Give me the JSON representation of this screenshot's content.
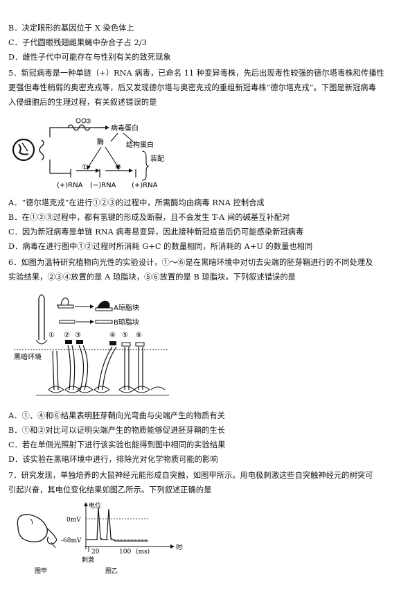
{
  "q4": {
    "optB": "B．决定眼形的基因位于 X 染色体上",
    "optC": "C．子代圆眼残翅雌果蝇中杂合子占 2/3",
    "optD": "D．雌性子代中可能存在与性别有关的致死现象"
  },
  "q5": {
    "stem1": "5．新冠病毒是一种单链（+）RNA 病毒，已命名 11 种变异毒株，先后出现毒性较强的德尔塔毒株和传播性",
    "stem2": "更强但毒性稍弱的奥密克戎等，后又发现德尔塔与奥密克戎的重组新冠毒株“德尔塔克戎”。下图是新冠病毒",
    "stem3": "入侵细胞后的生理过程，有关叙述错误的是",
    "figure": {
      "c3": "③",
      "protein": "病毒蛋白",
      "enzyme": "酶",
      "structural": "结构蛋白",
      "assemble": "装配",
      "c1": "①",
      "c2": "②",
      "rna_pos1": "(+)RNA",
      "rna_neg": "(−)RNA",
      "rna_pos2": "(+)RNA"
    },
    "optA": "A．“德尔塔克戎”在进行①②③的过程中，所需酶均由病毒 RNA 控制合成",
    "optB": "B．在①②③过程中，都有氢键的形成及断裂，且不会发生 T-A 间的碱基互补配对",
    "optC": "C．因为新冠病毒是单链 RNA 病毒易变异，因此接种新冠疫苗后仍可能感染新冠病毒",
    "optD": "D．病毒在进行图中①②过程时所消耗 G+C 的数量相同，所消耗的 A+U 的数量也相同"
  },
  "q6": {
    "stem1": "6．如图为温特研究植物向光性的实验设计，①～⑥是在黑暗环境中对切去尖端的胚芽鞘进行的不同处理及",
    "stem2": "实验结果，②③④放置的是 A 琼脂块，⑤⑥放置的是 B 琼脂块。下列叙述错误的是",
    "figure": {
      "blockA": "A琼脂块",
      "blockB": "B琼脂块",
      "n1": "①",
      "n2": "②",
      "n3": "③",
      "n4": "④",
      "n5": "⑤",
      "n6": "⑥",
      "dark": "黑暗环境"
    },
    "optA": "A．①、④和⑥结果表明胚芽鞘向光弯曲与尖端产生的物质有关",
    "optB": "B．①和②对比可以证明尖端产生的物质能够促进胚芽鞘的生长",
    "optC": "C．若在单侧光照射下进行该实验也能得到图中相同的实验结果",
    "optD": "D．该实验在黑暗环境中进行，排除光对化学物质可能的影响"
  },
  "q7": {
    "stem1": "7．研究发现，单独培养的大鼠神经元能形成自突触，如图甲所示。用电极刺激这些自突触神经元的树突可",
    "stem2": "引起兴奋，其电位变化结果如图乙所示。下列叙述正确的是",
    "figure": {
      "potential": "电位",
      "zero": "0mV",
      "rest": "-68mV",
      "time": "时间",
      "t20": "20",
      "t100": "100",
      "unit": "(ms)",
      "stimulus": "刺激",
      "jia": "图甲",
      "yi": "图乙"
    }
  }
}
